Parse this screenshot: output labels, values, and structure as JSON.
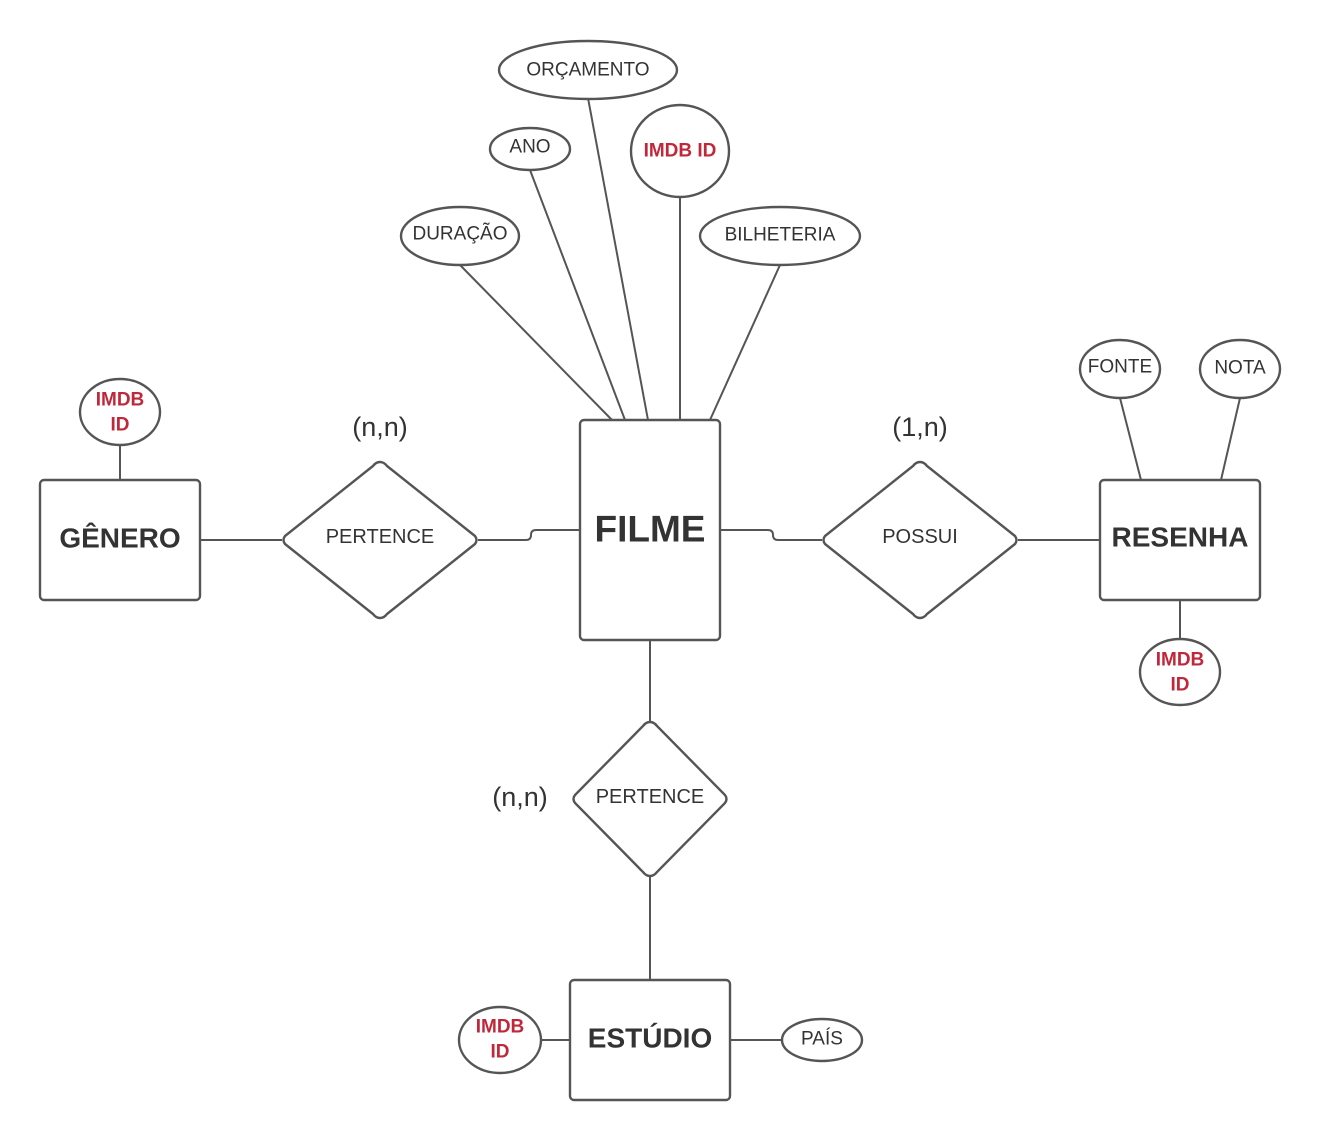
{
  "entities": {
    "filme": "FILME",
    "genero": "GÊNERO",
    "resenha": "RESENHA",
    "estudio": "ESTÚDIO"
  },
  "relationships": {
    "pertence_genero": "PERTENCE",
    "possui": "POSSUI",
    "pertence_estudio": "PERTENCE"
  },
  "cardinalities": {
    "genero_filme": "(n,n)",
    "filme_resenha": "(1,n)",
    "filme_estudio": "(n,n)"
  },
  "attributes": {
    "filme": {
      "orcamento": "ORÇAMENTO",
      "ano": "ANO",
      "imdb_id": "IMDB ID",
      "duracao": "DURAÇÃO",
      "bilheteria": "BILHETERIA"
    },
    "genero": {
      "imdb_line1": "IMDB",
      "imdb_line2": "ID"
    },
    "resenha": {
      "fonte": "FONTE",
      "nota": "NOTA",
      "imdb_line1": "IMDB",
      "imdb_line2": "ID"
    },
    "estudio": {
      "imdb_line1": "IMDB",
      "imdb_line2": "ID",
      "pais": "PAÍS"
    }
  },
  "colors": {
    "key_attribute": "#c0283a",
    "stroke": "#555555",
    "text": "#333333"
  }
}
